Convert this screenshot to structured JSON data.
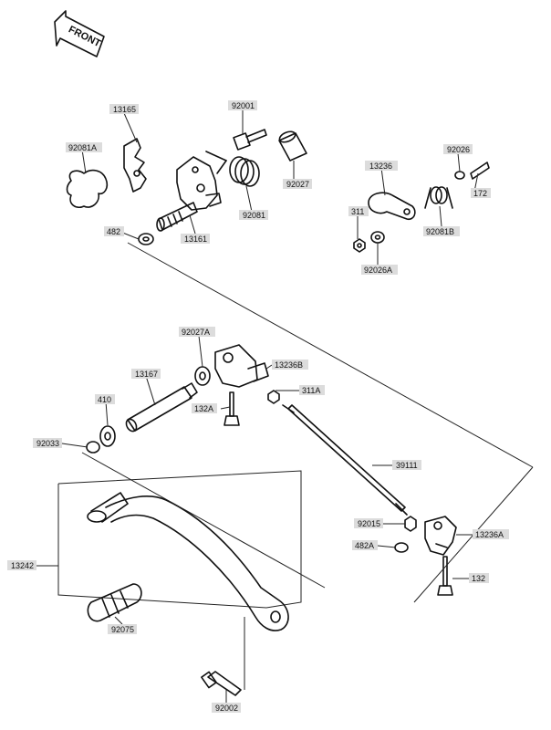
{
  "front_indicator": "FRONT",
  "labels": {
    "p13165": "13165",
    "p92001": "92001",
    "p92081A": "92081A",
    "p92027": "92027",
    "p92081": "92081",
    "p482": "482",
    "p13161": "13161",
    "p92026": "92026",
    "p13236": "13236",
    "p311": "311",
    "p172": "172",
    "p92081B": "92081B",
    "p92026A": "92026A",
    "p92027A": "92027A",
    "p13167": "13167",
    "p13236B": "13236B",
    "p410": "410",
    "p311A": "311A",
    "p132A": "132A",
    "p92033": "92033",
    "p39111": "39111",
    "p13242": "13242",
    "p92015": "92015",
    "p13236A": "13236A",
    "p482A": "482A",
    "p132": "132",
    "p92075": "92075",
    "p92002": "92002"
  }
}
